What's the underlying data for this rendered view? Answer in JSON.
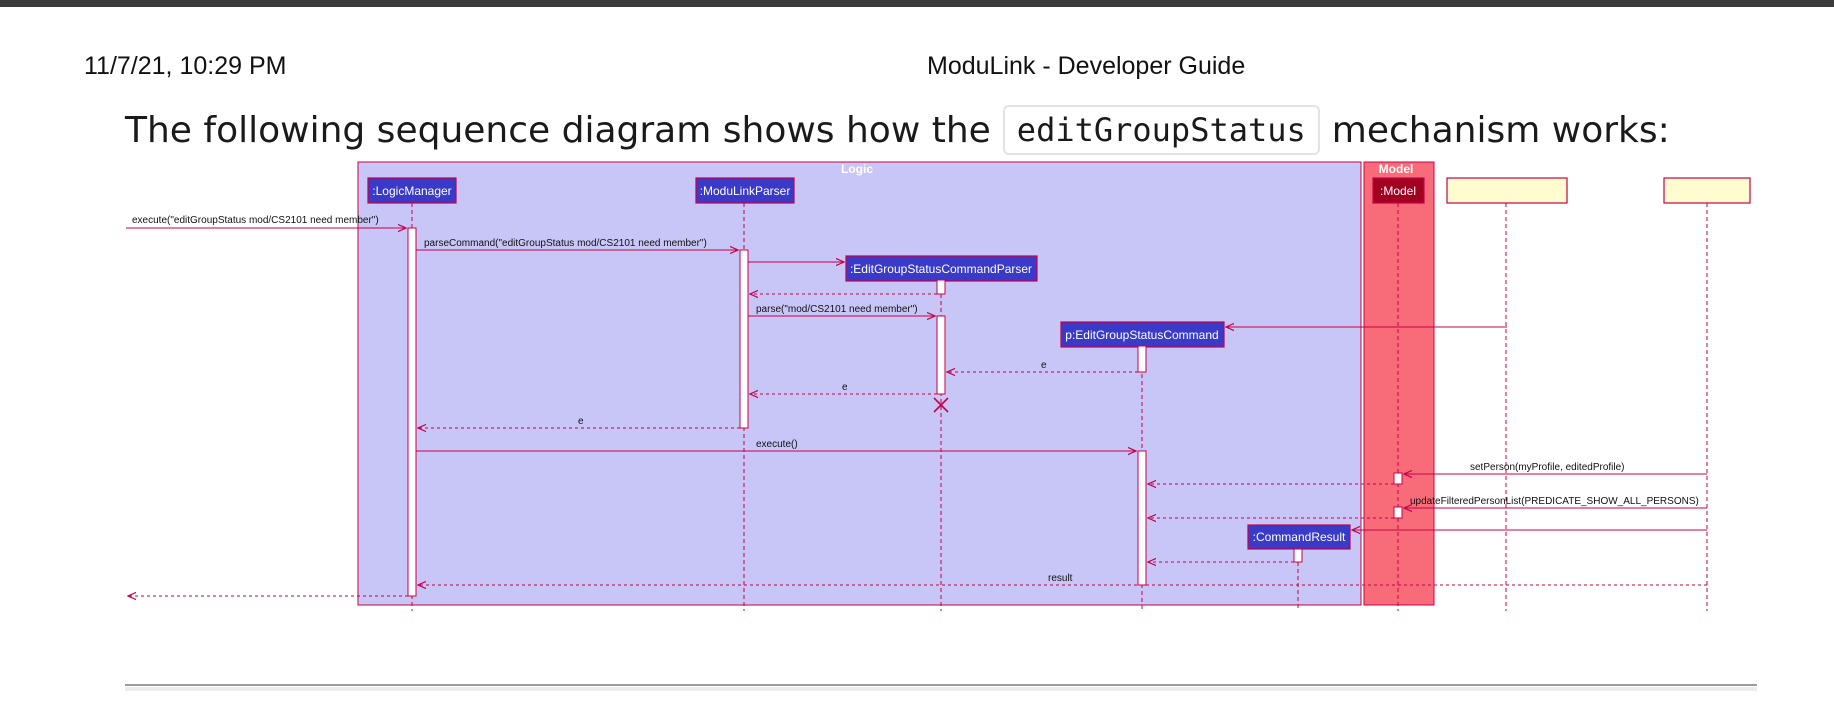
{
  "header": {
    "timestamp": "11/7/21, 10:29 PM",
    "doc_title": "ModuLink - Developer Guide"
  },
  "intro": {
    "before": "The following sequence diagram shows how the",
    "code": "editGroupStatus",
    "after": "mechanism works:"
  },
  "diagram": {
    "frames": [
      {
        "id": "logic",
        "label": "Logic"
      },
      {
        "id": "model",
        "label": "Model"
      }
    ],
    "participants": [
      {
        "id": "lm",
        "label": ":LogicManager"
      },
      {
        "id": "mlp",
        "label": ":ModuLinkParser"
      },
      {
        "id": "egscp",
        "label": ":EditGroupStatusCommandParser"
      },
      {
        "id": "cmd",
        "label": "p:EditGroupStatusCommand"
      },
      {
        "id": "cr",
        "label": ":CommandResult"
      },
      {
        "id": "model",
        "label": ":Model"
      },
      {
        "id": "p1",
        "label": ""
      },
      {
        "id": "p2",
        "label": ""
      }
    ],
    "messages": [
      {
        "id": "m1",
        "label": "execute(\"editGroupStatus mod/CS2101 need member\")"
      },
      {
        "id": "m2",
        "label": "parseCommand(\"editGroupStatus mod/CS2101 need member\")"
      },
      {
        "id": "m3",
        "label": "parse(\"mod/CS2101 need member\")"
      },
      {
        "id": "m4",
        "label": "e"
      },
      {
        "id": "m5",
        "label": "e"
      },
      {
        "id": "m6",
        "label": "e"
      },
      {
        "id": "m7",
        "label": "execute()"
      },
      {
        "id": "m8",
        "label": "setPerson(myProfile, editedProfile)"
      },
      {
        "id": "m9",
        "label": "updateFilteredPersonList(PREDICATE_SHOW_ALL_PERSONS)"
      },
      {
        "id": "m10",
        "label": "result"
      }
    ],
    "colors": {
      "logic_fill": "#c8c6f7",
      "model_fill": "#f86b79",
      "border": "#c8004a",
      "participant_fill": "#3a3ac8",
      "model_participant_fill": "#a20020",
      "note_fill": "#fffdd0",
      "arrow": "#c8004a"
    }
  }
}
